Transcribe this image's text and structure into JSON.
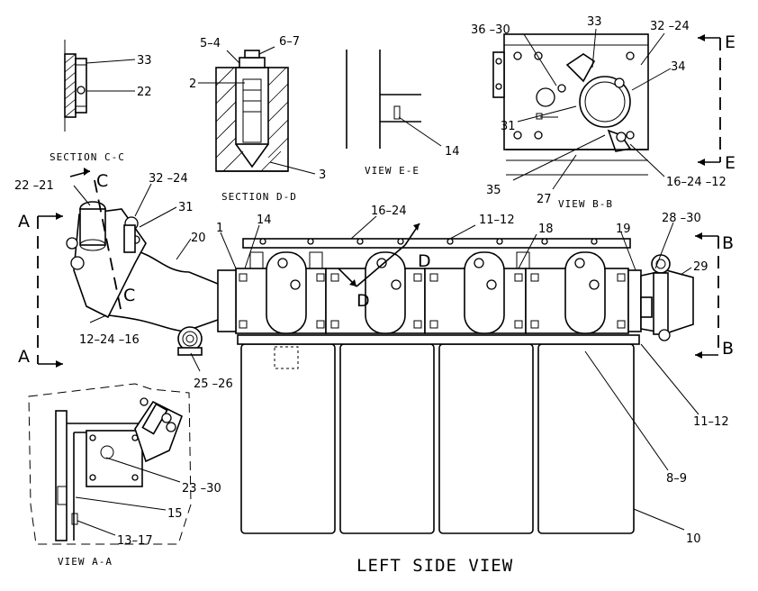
{
  "captions": {
    "section_cc": "SECTION C-C",
    "section_dd": "SECTION D-D",
    "view_ee": "VIEW E-E",
    "view_bb": "VIEW B-B",
    "view_aa": "VIEW A-A",
    "left_side_view": "LEFT SIDE VIEW"
  },
  "section_markers": {
    "c_top": "C",
    "c_bottom": "C",
    "a_top": "A",
    "a_bottom": "A",
    "b_top": "B",
    "b_bottom": "B",
    "e_top": "E",
    "e_bottom": "E",
    "d_right": "D",
    "d_left": "D"
  },
  "callouts": {
    "c33_cc": "33",
    "c22_cc": "22",
    "c5_4": "5–4",
    "c6_7": "6–7",
    "c2": "2",
    "c3": "3",
    "c14_ee": "14",
    "c36_30": "36 –30",
    "c33_bb": "33",
    "c32_24_bb": "32 –24",
    "c34": "34",
    "c31_bb": "31",
    "c35": "35",
    "c27": "27",
    "c16_24_12": "16–24 –12",
    "c22_21": "22 –21",
    "c32_24": "32 –24",
    "c31": "31",
    "c20": "20",
    "c12_24_16": "12–24 –16",
    "c25_26": "25 –26",
    "c1": "1",
    "c14": "14",
    "c16_24": "16–24",
    "c11_12_top": "11–12",
    "c18": "18",
    "c19": "19",
    "c28_30": "28 –30",
    "c29": "29",
    "c11_12_side": "11–12",
    "c8_9": "8–9",
    "c10": "10",
    "c23_30": "23 –30",
    "c15": "15",
    "c13_17": "13–17"
  }
}
